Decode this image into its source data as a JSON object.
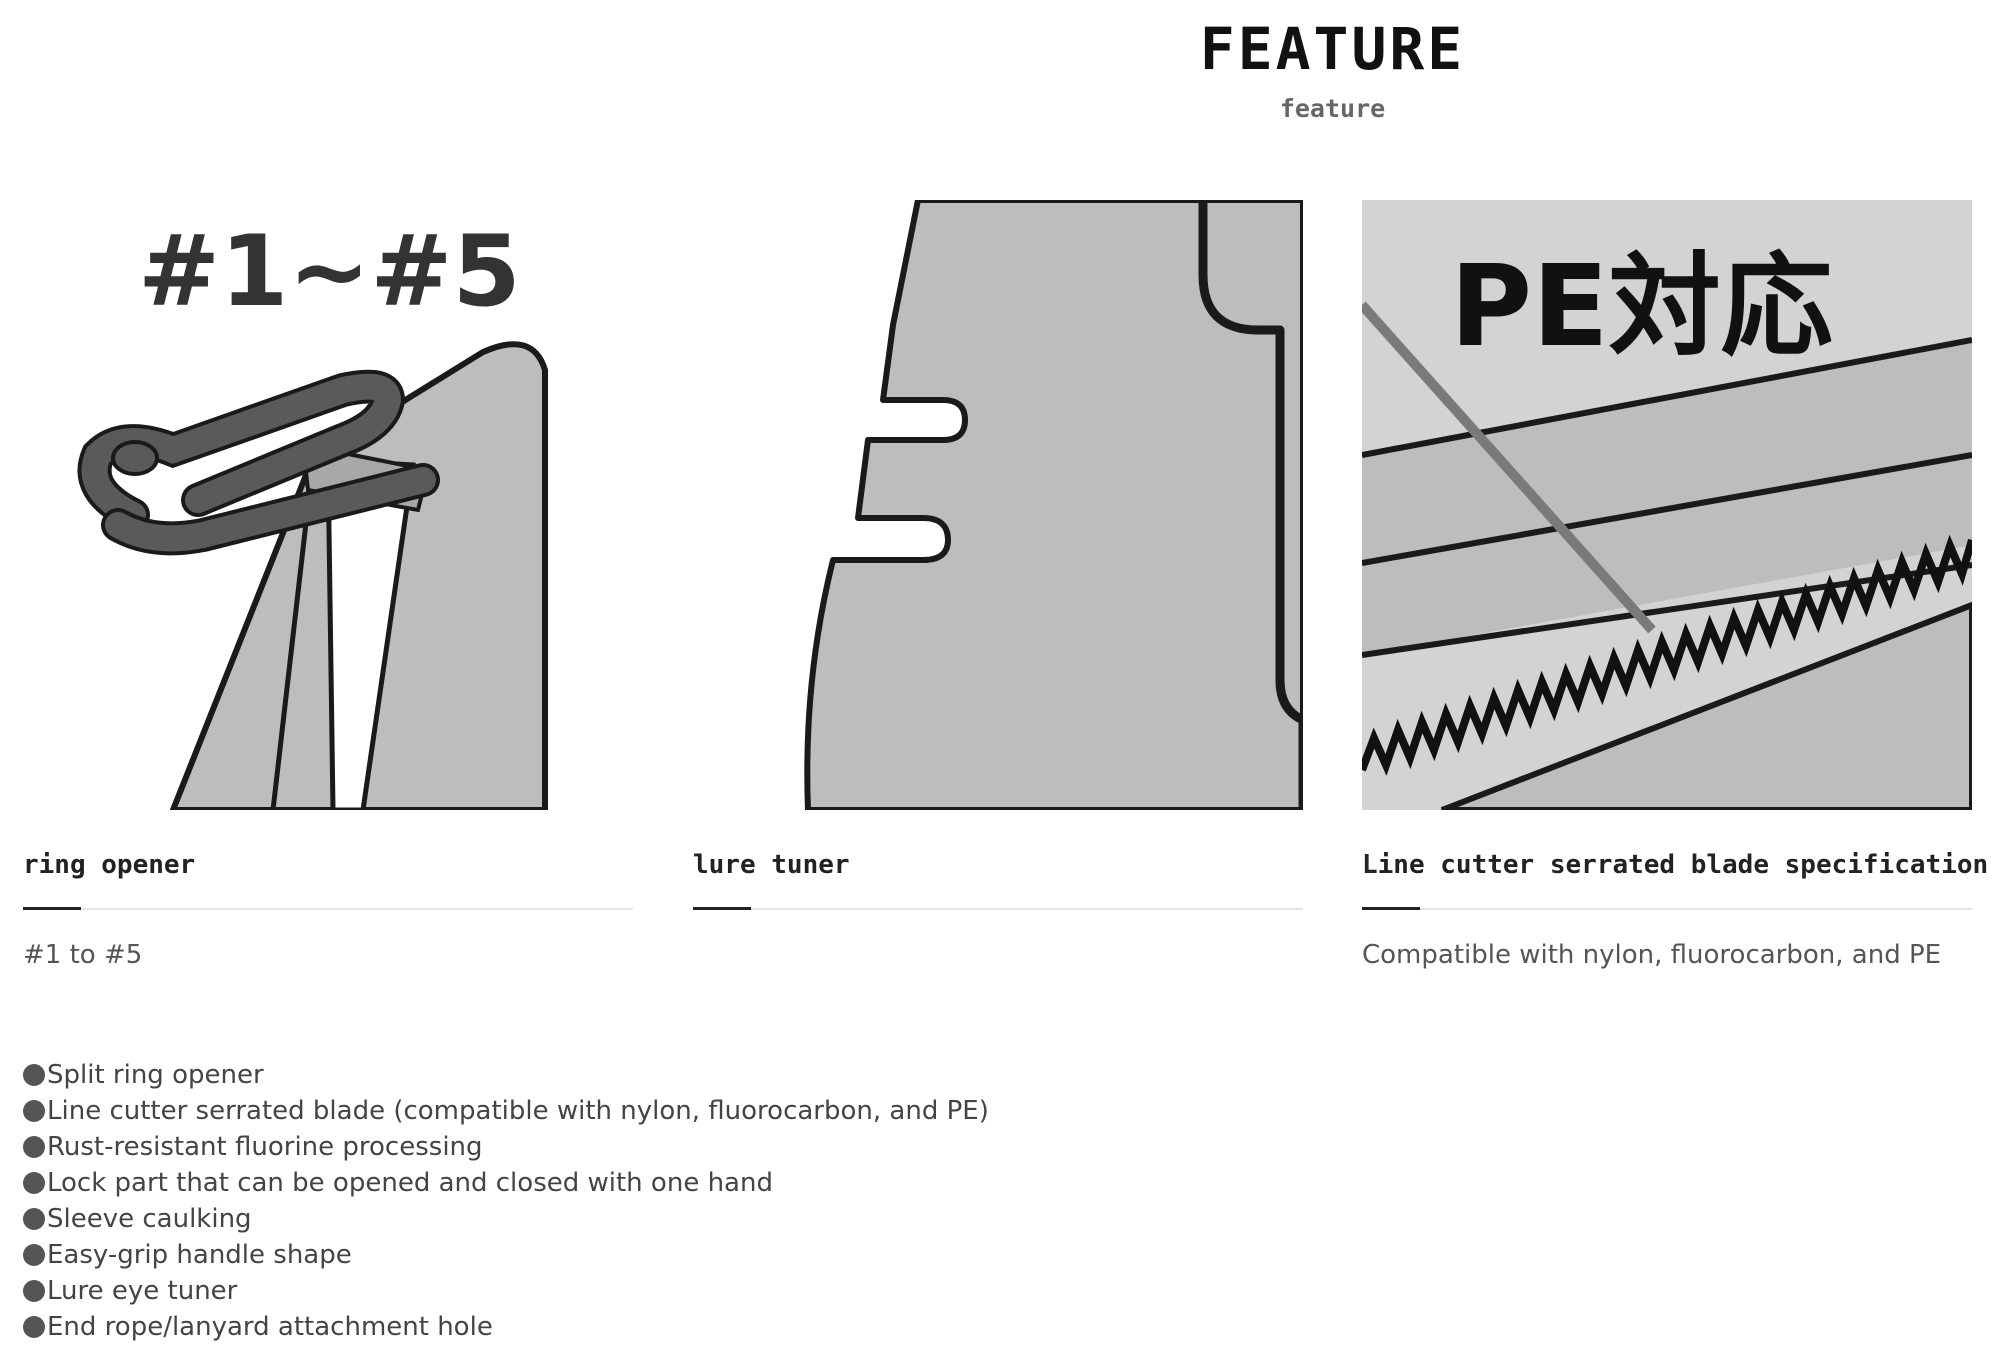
{
  "header": {
    "title": "FEATURE",
    "subtitle": "feature"
  },
  "cards": [
    {
      "image_caption": "#1~#5",
      "title": "ring opener",
      "description": "#1 to #5"
    },
    {
      "title": "lure tuner",
      "description": ""
    },
    {
      "image_caption": "PE対応",
      "title": "Line cutter serrated blade specification",
      "description": "Compatible with nylon, fluorocarbon, and PE"
    }
  ],
  "features": [
    "Split ring opener",
    "Line cutter serrated blade (compatible with nylon, fluorocarbon, and PE)",
    "Rust-resistant fluorine processing",
    "Lock part that can be opened and closed with one hand",
    "Sleeve caulking",
    "Easy-grip handle shape",
    "Lure eye tuner",
    "End rope/lanyard attachment hole"
  ],
  "colors": {
    "illustration_gray": "#bdbdbd",
    "dark_gray": "#5a5a5a",
    "outline": "#1a1a1a"
  }
}
